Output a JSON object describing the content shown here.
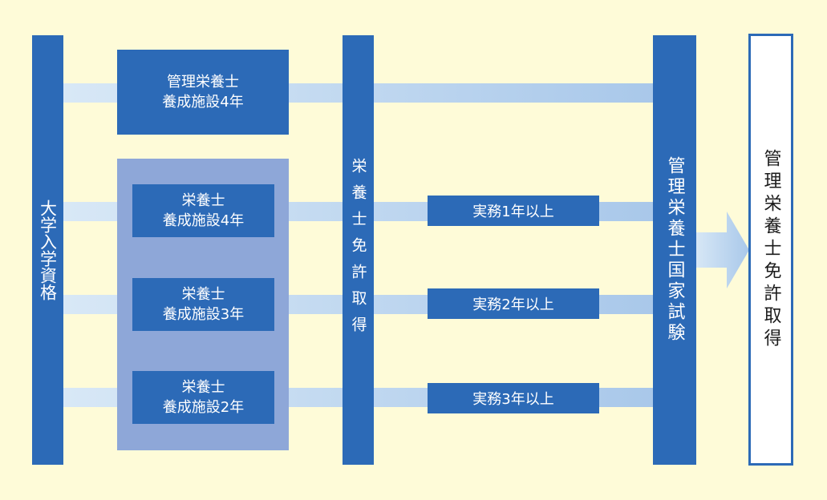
{
  "columns": {
    "entrance": "大学入学資格",
    "license": "栄養士免許取得",
    "exam": "管理栄養士国家試験",
    "result": "管理栄養士免許取得"
  },
  "top_school": {
    "line1": "管理栄養士",
    "line2": "養成施設4年"
  },
  "schools": [
    {
      "line1": "栄養士",
      "line2": "養成施設4年"
    },
    {
      "line1": "栄養士",
      "line2": "養成施設3年"
    },
    {
      "line1": "栄養士",
      "line2": "養成施設2年"
    }
  ],
  "experience": [
    "実務1年以上",
    "実務2年以上",
    "実務3年以上"
  ],
  "colors": {
    "background": "#fefbd8",
    "box": "#2c6ab7",
    "group": "#8ea7d8",
    "band_light": "#d8e8f6",
    "band_dark": "#a9c8ea"
  }
}
